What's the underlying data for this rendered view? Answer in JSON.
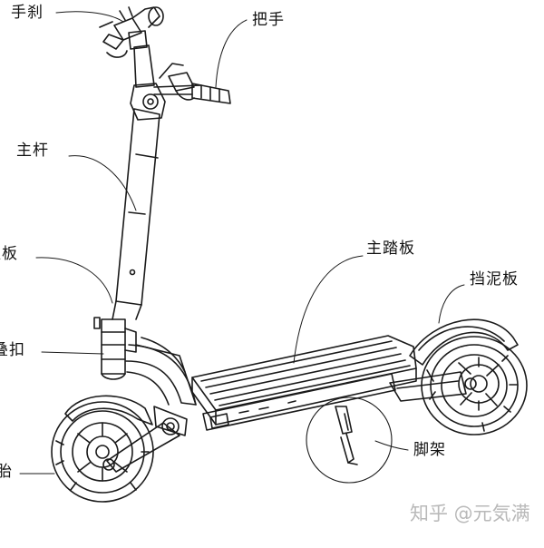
{
  "diagram": {
    "labels": {
      "hand_brake": "手刹",
      "handlebar": "把手",
      "main_pole": "主杆",
      "cover_plate": "盖板",
      "main_deck": "主踏板",
      "fender": "挡泥板",
      "fold_clasp": "叠扣",
      "kickstand": "脚架",
      "tire": "胎"
    },
    "watermark": "知乎 @元気满"
  },
  "colors": {
    "line": "#1a1a1a",
    "watermark": "#b9b9b9"
  }
}
